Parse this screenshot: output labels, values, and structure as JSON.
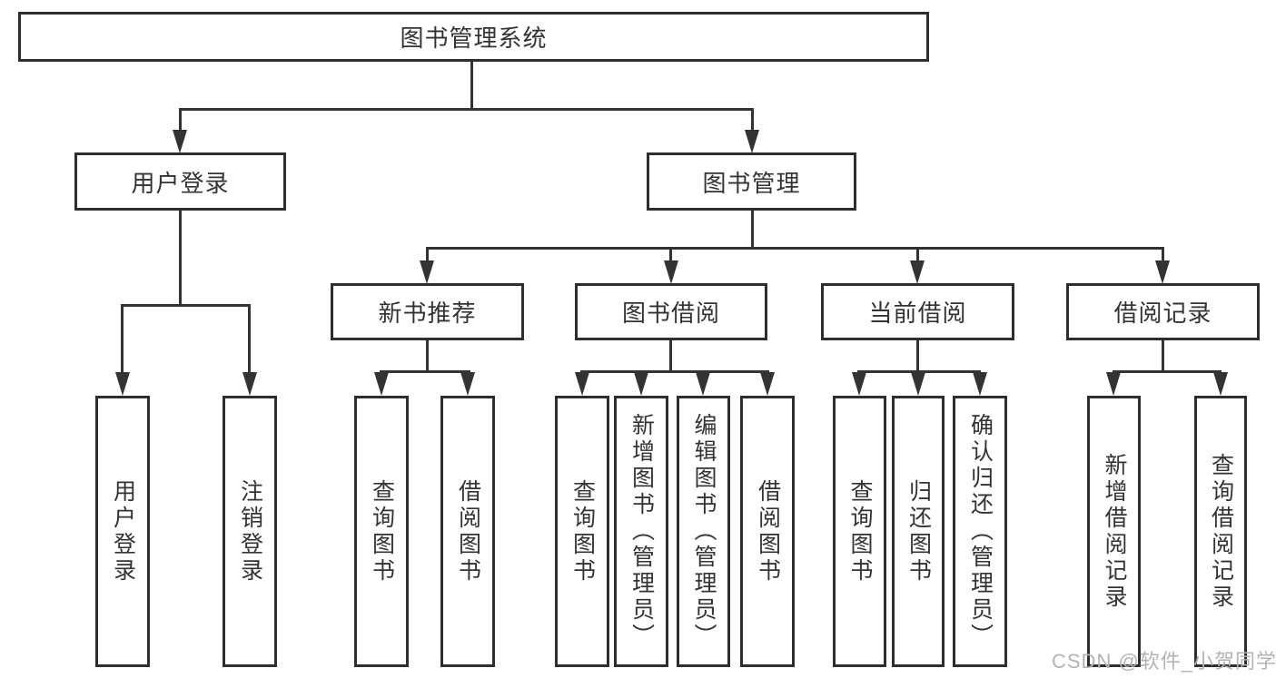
{
  "diagram": {
    "root": {
      "label": "图书管理系统",
      "children": [
        {
          "label": "用户登录",
          "children": [
            {
              "label": "用户登录"
            },
            {
              "label": "注销登录"
            }
          ]
        },
        {
          "label": "图书管理",
          "children": [
            {
              "label": "新书推荐",
              "children": [
                {
                  "label": "查询图书"
                },
                {
                  "label": "借阅图书"
                }
              ]
            },
            {
              "label": "图书借阅",
              "children": [
                {
                  "label": "查询图书"
                },
                {
                  "label": "新增图书（管理员）"
                },
                {
                  "label": "编辑图书（管理员）"
                },
                {
                  "label": "借阅图书"
                }
              ]
            },
            {
              "label": "当前借阅",
              "children": [
                {
                  "label": "查询图书"
                },
                {
                  "label": "归还图书"
                },
                {
                  "label": "确认归还（管理员）"
                }
              ]
            },
            {
              "label": "借阅记录",
              "children": [
                {
                  "label": "新增借阅记录"
                },
                {
                  "label": "查询借阅记录"
                }
              ]
            }
          ]
        }
      ]
    }
  },
  "watermark": {
    "text": "CSDN @软件_小贺同学"
  },
  "colors": {
    "line": "#333333",
    "box_border": "#2e2e2e",
    "text": "#333333",
    "watermark": "#b3b3b3",
    "background": "#ffffff"
  }
}
